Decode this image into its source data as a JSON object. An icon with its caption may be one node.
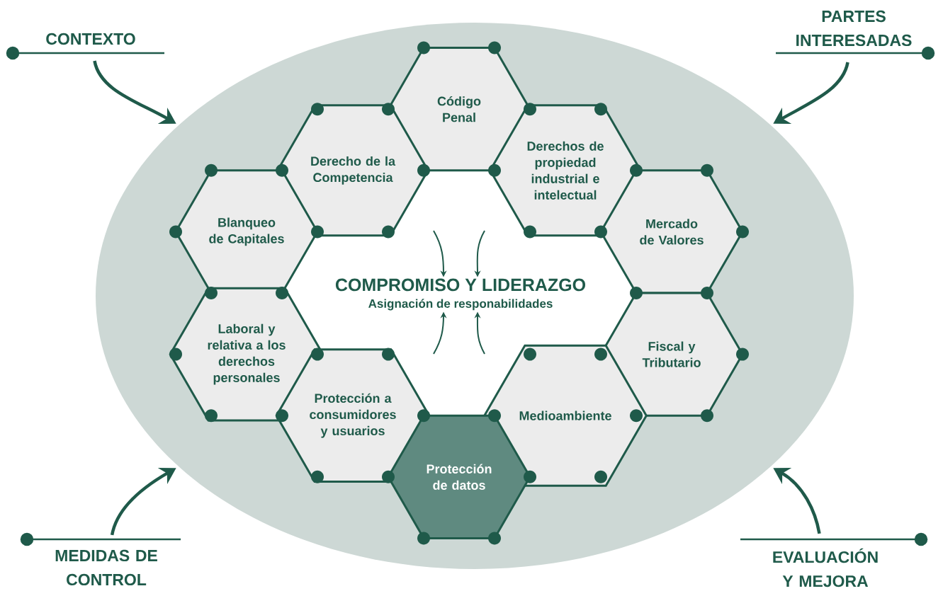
{
  "diagram": {
    "nodes": [
      {
        "text": [],
        "shape": "ellipse"
      },
      {
        "text": [
          "CONTEXTO"
        ]
      },
      {
        "text": [
          "PARTES INTERESADAS"
        ]
      },
      {
        "text": [
          "Código Penal"
        ],
        "in": 0
      },
      {
        "text": [
          "Derecho de la Competencia"
        ],
        "in": 0
      },
      {
        "text": [
          "Derechos de propiedad industrial e intelectual"
        ],
        "in": 0
      },
      {
        "text": [
          "Blanqueo de Capitales"
        ],
        "in": 0
      },
      {
        "text": [
          "Mercado de Valores"
        ],
        "in": 0
      },
      {
        "text": [
          "COMPROMISO Y LIDERAZGO",
          "Asignación de responabilidades"
        ],
        "in": 0
      },
      {
        "text": [
          "Laboral y relativa a los derechos personales"
        ],
        "in": 0
      },
      {
        "text": [
          "Fiscal y Tributario"
        ],
        "in": 0
      },
      {
        "text": [
          "Protección a consumidores y usuarios"
        ],
        "in": 0
      },
      {
        "text": [
          "Medioambiente"
        ],
        "in": 0
      },
      {
        "text": [
          "Protección de datos"
        ],
        "in": 0
      },
      {
        "text": [
          "MEDIDAS DE CONTROL"
        ]
      },
      {
        "text": [
          "EVALUACIÓN Y MEJORA"
        ]
      }
    ],
    "edges": [
      {
        "from": 1,
        "to": 0,
        "arrow": "to",
        "style": "thick"
      },
      {
        "from": 2,
        "to": 0,
        "arrow": "to",
        "style": "thick"
      },
      {
        "from": 14,
        "to": 0,
        "arrow": "to",
        "style": "thick"
      },
      {
        "from": 15,
        "to": 0,
        "arrow": "to",
        "style": "thick"
      },
      {
        "from": null,
        "to": 8,
        "arrow": "to"
      },
      {
        "from": null,
        "to": 8,
        "arrow": "to"
      },
      {
        "from": null,
        "to": 8,
        "arrow": "to"
      },
      {
        "from": null,
        "to": 8,
        "arrow": "to"
      }
    ]
  }
}
